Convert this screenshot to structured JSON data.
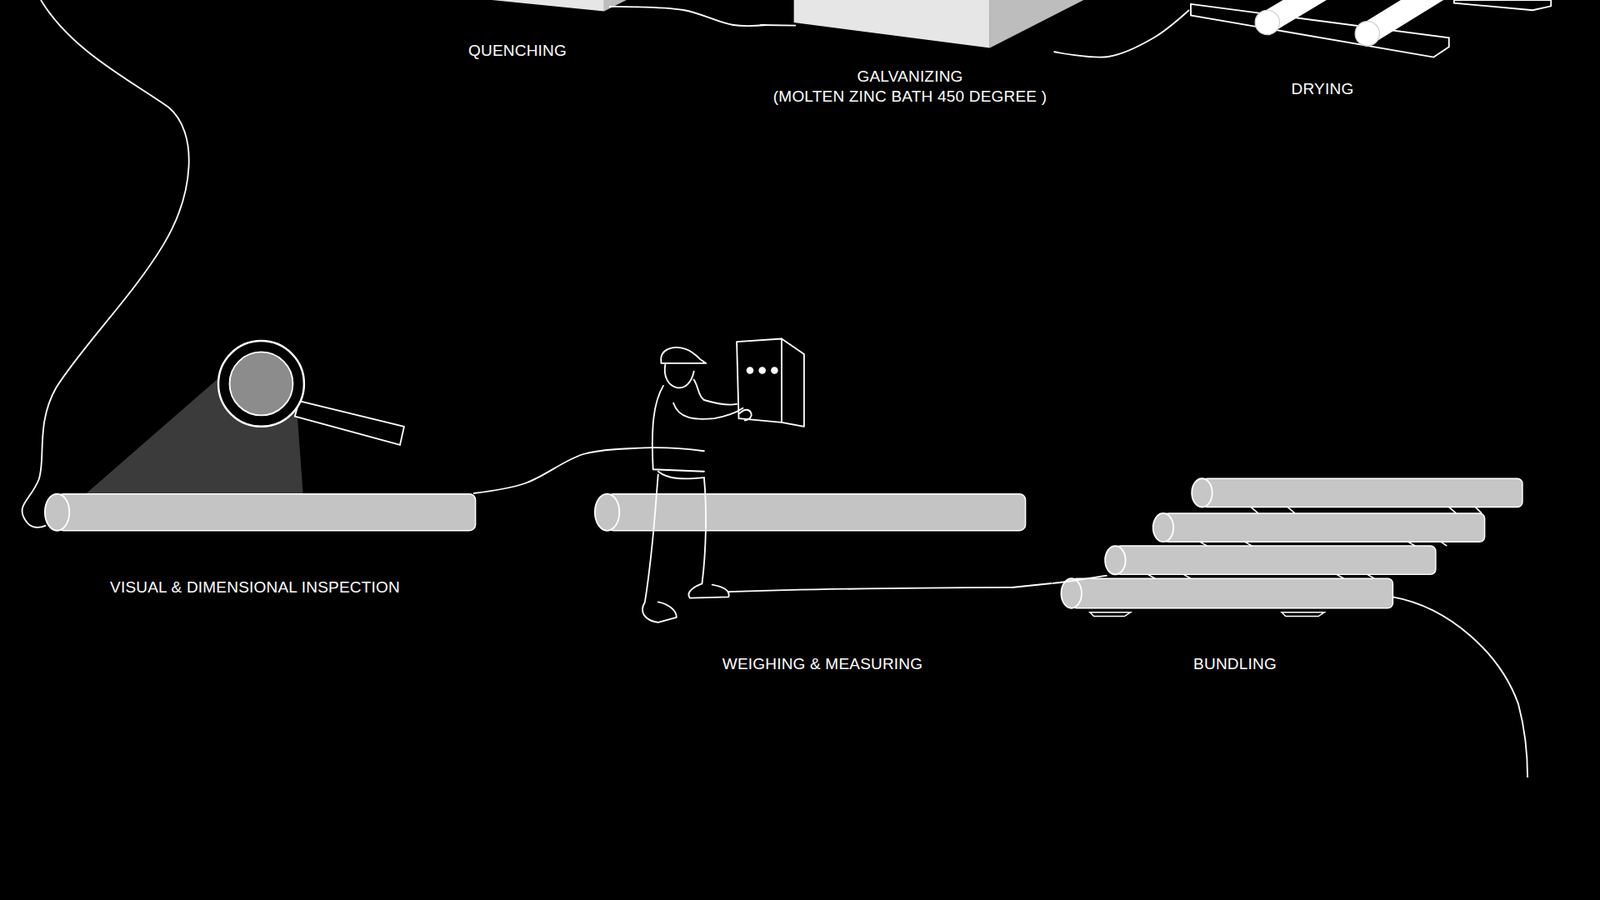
{
  "diagram": {
    "nodes": [
      {
        "text": [
          "QUENCHING"
        ]
      },
      {
        "text": [
          "GALVANIZING",
          "(MOLTEN ZINC BATH 450 DEGREE )"
        ]
      },
      {
        "text": [
          "DRYING"
        ]
      },
      {
        "text": [
          "VISUAL & DIMENSIONAL INSPECTION"
        ]
      },
      {
        "text": [
          "WEIGHING & MEASURING"
        ]
      },
      {
        "text": [
          "BUNDLING"
        ]
      }
    ],
    "edges": [
      {
        "from": 0,
        "to": 1,
        "arrow": "none"
      },
      {
        "from": 1,
        "to": 2,
        "arrow": "none"
      },
      {
        "from": 3,
        "to": 4,
        "arrow": "none"
      },
      {
        "from": 4,
        "to": 5,
        "arrow": "none"
      }
    ]
  }
}
